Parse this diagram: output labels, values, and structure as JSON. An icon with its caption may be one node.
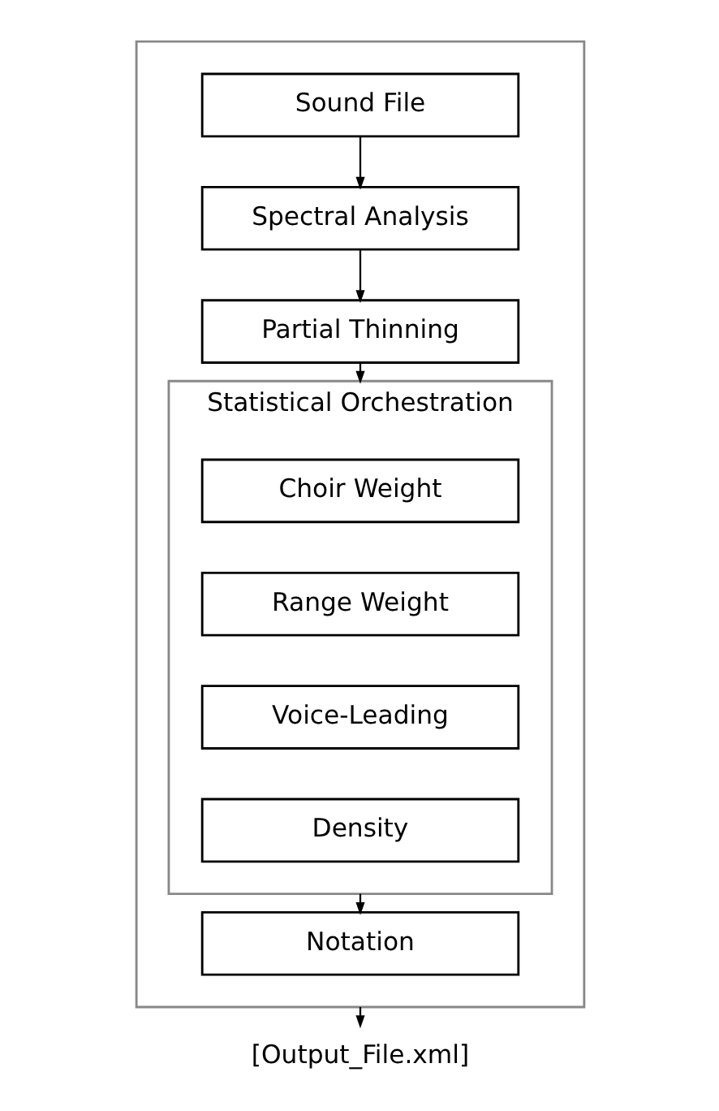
{
  "diagram": {
    "nodes": [
      {
        "text": [],
        "shape": "box"
      },
      {
        "text": [
          "Sound File"
        ],
        "in": 0
      },
      {
        "text": [
          "Spectral Analysis"
        ],
        "in": 0
      },
      {
        "text": [
          "Partial Thinning"
        ],
        "in": 0
      },
      {
        "text": [
          "Statistical Orchestration"
        ],
        "in": 0
      },
      {
        "text": [
          "Choir Weight"
        ],
        "in": 4
      },
      {
        "text": [
          "Range Weight"
        ],
        "in": 4
      },
      {
        "text": [
          "Voice-Leading"
        ],
        "in": 4
      },
      {
        "text": [
          "Density"
        ],
        "in": 4
      },
      {
        "text": [
          "Notation"
        ],
        "in": 0
      },
      {
        "text": [
          "[Output_File.xml]"
        ]
      }
    ],
    "edges": [
      {
        "from": 1,
        "to": 2,
        "arrow": "to"
      },
      {
        "from": 2,
        "to": 3,
        "arrow": "to"
      },
      {
        "from": 3,
        "to": 4,
        "arrow": "to"
      },
      {
        "from": 4,
        "to": 9,
        "arrow": "to"
      },
      {
        "from": 0,
        "to": 10,
        "arrow": "to"
      }
    ]
  }
}
